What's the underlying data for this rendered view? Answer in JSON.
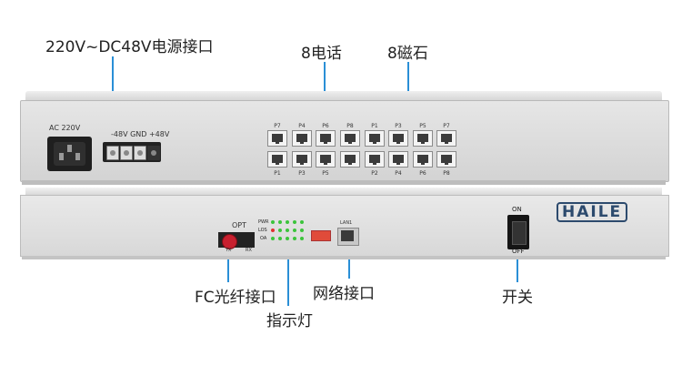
{
  "callouts": {
    "power": "220V~DC48V电源接口",
    "phone": "8电话",
    "magneto": "8磁石",
    "fc": "FC光纤接口",
    "indicator": "指示灯",
    "network": "网络接口",
    "switch": "开关"
  },
  "rear_panel": {
    "ac_label": "AC 220V",
    "dc_label": "-48V GND +48V",
    "phone_top_labels": [
      "P7",
      "P4",
      "P6",
      "P8"
    ],
    "phone_bottom_labels": [
      "P1",
      "P3",
      "P5",
      ""
    ],
    "magneto_top_labels": [
      "P1",
      "P3",
      "P5",
      "P7"
    ],
    "magneto_bottom_labels": [
      "P2",
      "P4",
      "P6",
      "P8"
    ]
  },
  "front_panel": {
    "opt_label": "OPT",
    "tx_label": "TX",
    "rx_label": "RX",
    "led_row_labels": [
      "PWR",
      "LOS",
      "OA"
    ],
    "lan_label": "LAN1",
    "on_label": "ON",
    "off_label": "OFF",
    "brand": "HAILE"
  },
  "colors": {
    "callout_line": "#2a8fd6",
    "led_green": "#3cc43c",
    "led_red": "#e03030"
  }
}
